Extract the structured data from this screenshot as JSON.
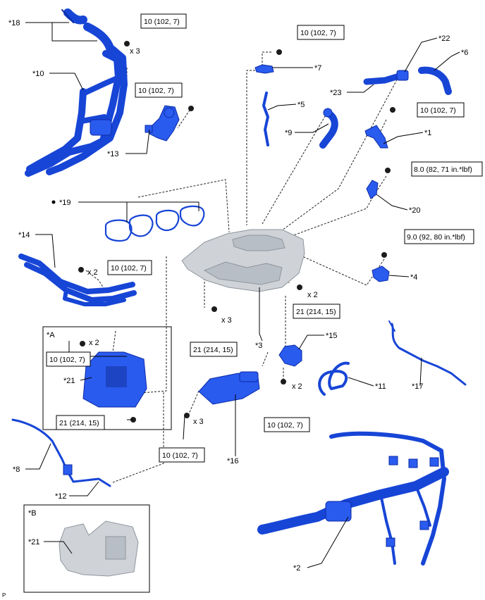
{
  "parts": {
    "p18": "*18",
    "p10": "*10",
    "p13": "*13",
    "p19": "*19",
    "p14": "*14",
    "p7": "*7",
    "p5": "*5",
    "p9": "*9",
    "p22": "*22",
    "p6": "*6",
    "p23": "*23",
    "p1": "*1",
    "p20": "*20",
    "p4": "*4",
    "p3": "*3",
    "p15": "*15",
    "p11": "*11",
    "p17": "*17",
    "p16": "*16",
    "p2": "*2",
    "p8": "*8",
    "p12": "*12",
    "pA": "*A",
    "pA21": "*21",
    "pB": "*B",
    "pB21": "*21"
  },
  "torques": {
    "t1": "10 (102, 7)",
    "t2": "10 (102, 7)",
    "t3": "10 (102, 7)",
    "t4": "10 (102, 7)",
    "t5": "8.0 (82, 71 in.*lbf)",
    "t6": "9.0 (92, 80 in.*lbf)",
    "t7": "10 (102, 7)",
    "t8": "21 (214, 15)",
    "t9": "21 (214, 15)",
    "t10": "10 (102, 7)",
    "t11": "21 (214, 15)",
    "t12": "10 (102, 7)",
    "t13": "10 (102, 7)"
  },
  "quantities": {
    "q1": "x 3",
    "q2": "x 2",
    "q3": "x 3",
    "q4": "x 2",
    "q5": "x 2",
    "q6": "x 2",
    "q7": "x 3"
  },
  "corner_mark": "P"
}
